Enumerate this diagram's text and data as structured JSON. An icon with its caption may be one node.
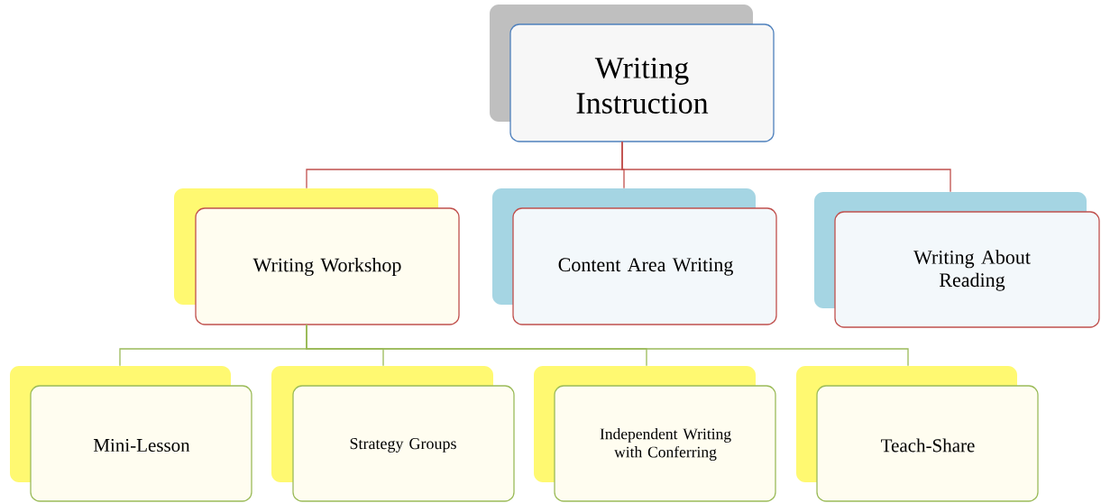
{
  "diagram": {
    "nodes": [
      {
        "text": [
          "Writing Instruction"
        ]
      },
      {
        "text": [
          "Writing Workshop"
        ]
      },
      {
        "text": [
          "Content Area Writing"
        ]
      },
      {
        "text": [
          "Writing About Reading"
        ]
      },
      {
        "text": [
          "Mini-Lesson"
        ]
      },
      {
        "text": [
          "Strategy Groups"
        ]
      },
      {
        "text": [
          "Independent Writing with Conferring"
        ]
      },
      {
        "text": [
          "Teach-Share"
        ]
      }
    ],
    "edges": [
      {
        "from": 0,
        "to": 1,
        "arrow": "none",
        "color": "#c0504d"
      },
      {
        "from": 0,
        "to": 2,
        "arrow": "none",
        "color": "#c0504d"
      },
      {
        "from": 0,
        "to": 3,
        "arrow": "none",
        "color": "#c0504d"
      },
      {
        "from": 1,
        "to": 4,
        "arrow": "none"
      },
      {
        "from": 1,
        "to": 5,
        "arrow": "none"
      },
      {
        "from": 1,
        "to": 6,
        "arrow": "none"
      },
      {
        "from": 1,
        "to": 7,
        "arrow": "none"
      }
    ]
  }
}
